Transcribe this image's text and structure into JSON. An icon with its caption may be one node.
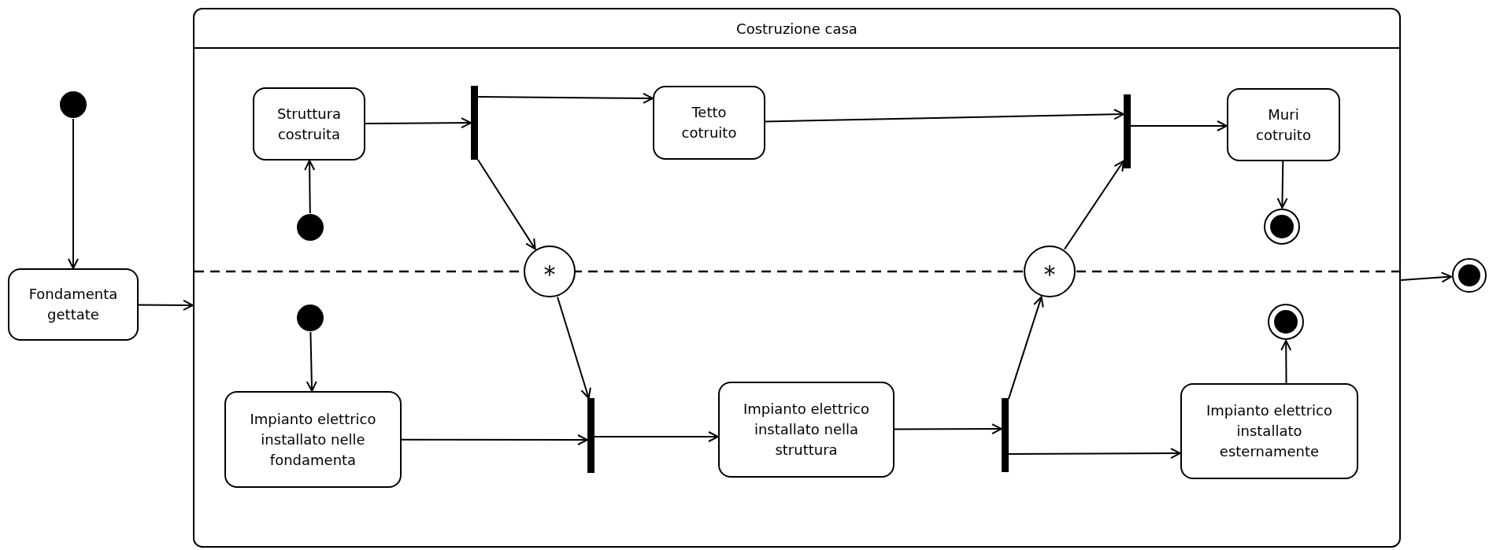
{
  "diagram": {
    "nodes": [
      {
        "text": [],
        "shape": "circle"
      },
      {
        "text": [
          "Fondamenta gettate"
        ]
      },
      {
        "text": [
          "Costruzione casa"
        ]
      },
      {
        "text": [
          "Struttura costruita"
        ],
        "in": 2
      },
      {
        "text": [],
        "shape": "circle",
        "in": 2
      },
      {
        "text": [],
        "shape": "bar",
        "in": 2
      },
      {
        "text": [
          "Tetto cotruito"
        ],
        "in": 2
      },
      {
        "text": [],
        "shape": "bar",
        "in": 2
      },
      {
        "text": [
          "Muri cotruito"
        ],
        "in": 2
      },
      {
        "text": [],
        "shape": "bullseye",
        "in": 2
      },
      {
        "text": [
          "*"
        ],
        "in": 2
      },
      {
        "text": [
          "*"
        ],
        "in": 2
      },
      {
        "text": [],
        "shape": "circle",
        "in": 2
      },
      {
        "text": [
          "Impianto elettrico installato nelle fondamenta"
        ],
        "in": 2
      },
      {
        "text": [],
        "shape": "bar",
        "in": 2
      },
      {
        "text": [
          "Impianto elettrico installato nella struttura"
        ],
        "in": 2
      },
      {
        "text": [],
        "shape": "bar",
        "in": 2
      },
      {
        "text": [
          "Impianto elettrico installato esternamente"
        ],
        "in": 2
      },
      {
        "text": [],
        "shape": "bullseye",
        "in": 2
      },
      {
        "text": [],
        "shape": "bullseye"
      }
    ],
    "edges": [
      {
        "from": 0,
        "to": 1,
        "arrow": "to"
      },
      {
        "from": 1,
        "to": 2,
        "arrow": "to"
      },
      {
        "from": 4,
        "to": 3,
        "arrow": "to"
      },
      {
        "from": 3,
        "to": 5,
        "arrow": "to"
      },
      {
        "from": 5,
        "to": 6,
        "arrow": "to"
      },
      {
        "from": 5,
        "to": 10,
        "arrow": "to"
      },
      {
        "from": 10,
        "to": 14,
        "arrow": "to"
      },
      {
        "from": 6,
        "to": 7,
        "arrow": "to"
      },
      {
        "from": 11,
        "to": 7,
        "arrow": "to"
      },
      {
        "from": 7,
        "to": 8,
        "arrow": "to"
      },
      {
        "from": 8,
        "to": 9,
        "arrow": "to"
      },
      {
        "from": 12,
        "to": 13,
        "arrow": "to"
      },
      {
        "from": 13,
        "to": 14,
        "arrow": "to"
      },
      {
        "from": 14,
        "to": 15,
        "arrow": "to"
      },
      {
        "from": 15,
        "to": 16,
        "arrow": "to"
      },
      {
        "from": 16,
        "to": 11,
        "arrow": "to"
      },
      {
        "from": 16,
        "to": 17,
        "arrow": "to"
      },
      {
        "from": 17,
        "to": 18,
        "arrow": "to"
      },
      {
        "from": 2,
        "to": 19,
        "arrow": "to"
      }
    ]
  }
}
